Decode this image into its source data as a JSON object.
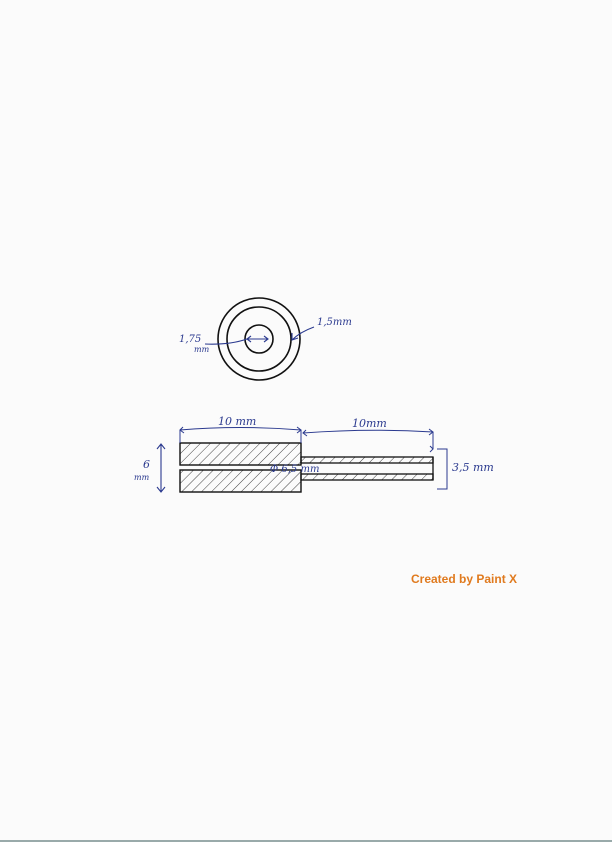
{
  "drawing": {
    "front_view": {
      "inner_label": "1,75",
      "inner_unit": "mm",
      "outer_label": "1,5mm"
    },
    "side_view": {
      "left_length": "10 mm",
      "right_length": "10mm",
      "height_label": "6",
      "height_unit": "mm",
      "bore_label": "Φ 6,5 mm",
      "tube_label": "3,5 mm"
    }
  },
  "watermark": "Created by Paint X"
}
